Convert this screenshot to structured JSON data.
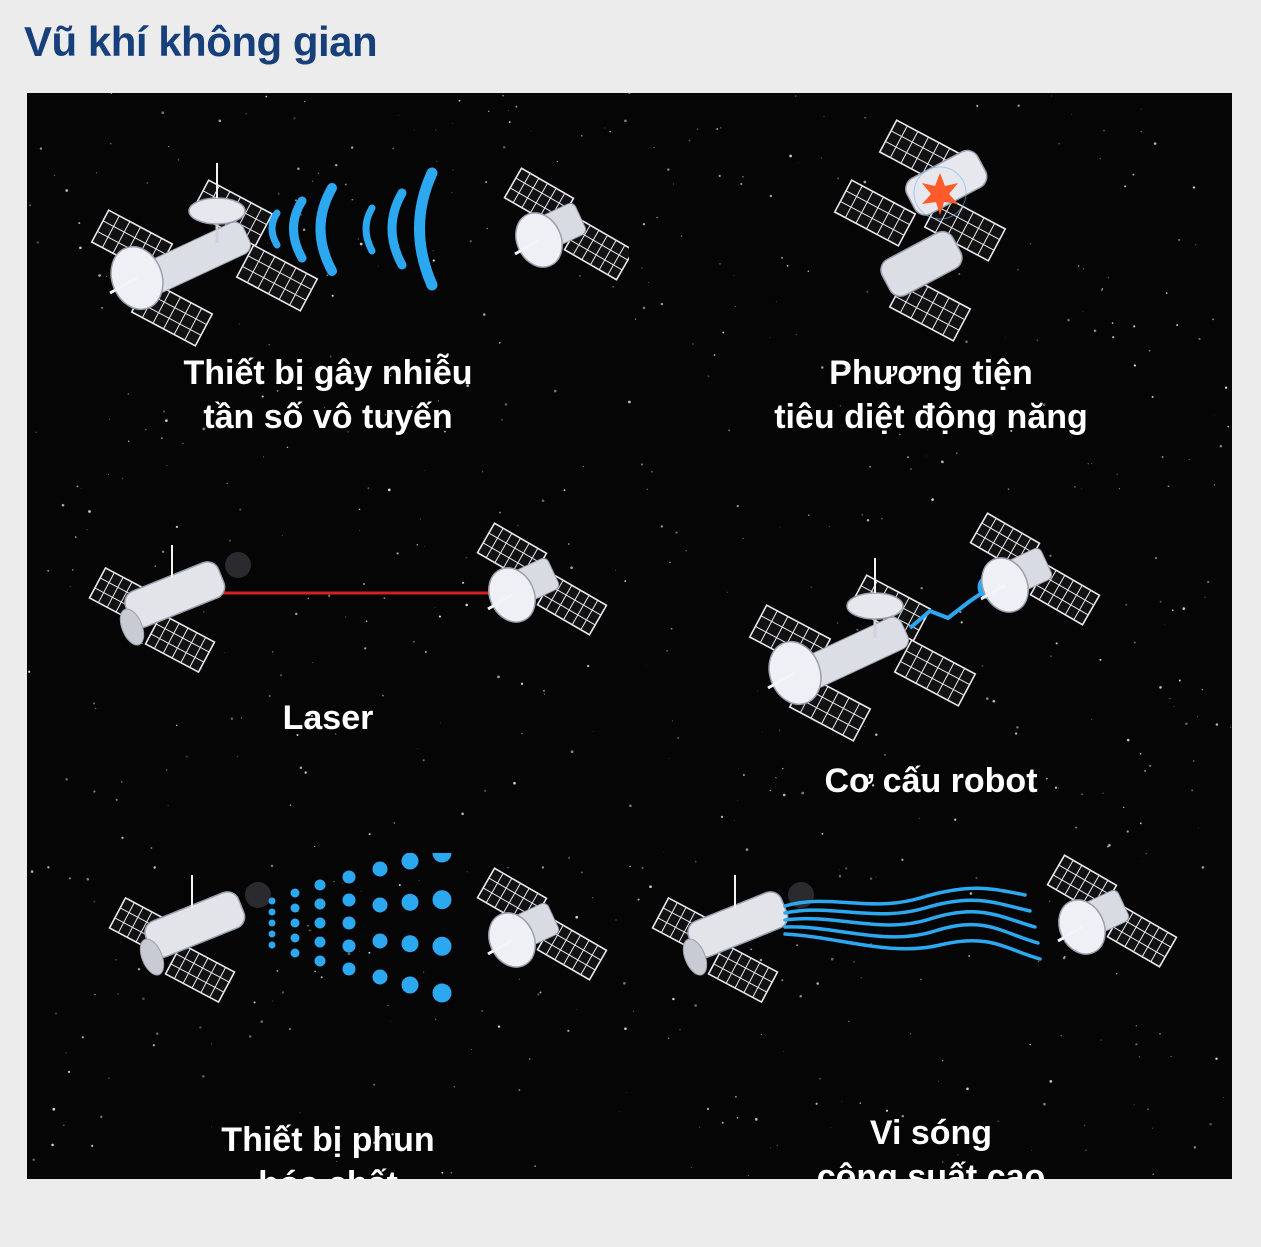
{
  "title": "Vũ khí không gian",
  "accent_color": "#173f7a",
  "effect_color_blue": "#2ba8f0",
  "laser_color": "#d42020",
  "explosion_color": "#ff5a2a",
  "weapons": [
    {
      "label_line1": "Thiết bị gây nhiễu",
      "label_line2": "tần số vô tuyến",
      "icon": "radio-jammer-waves"
    },
    {
      "label_line1": "Phương tiện",
      "label_line2": "tiêu diệt động năng",
      "icon": "kinetic-collision"
    },
    {
      "label_line1": "Laser",
      "label_line2": "",
      "icon": "laser-beam"
    },
    {
      "label_line1": "Cơ cấu robot",
      "label_line2": "",
      "icon": "robotic-arm"
    },
    {
      "label_line1": "Thiết bị phun",
      "label_line2": "hóa chất",
      "icon": "chemical-spray"
    },
    {
      "label_line1": "Vi sóng",
      "label_line2": "công suất cao",
      "icon": "microwave-waves"
    }
  ]
}
